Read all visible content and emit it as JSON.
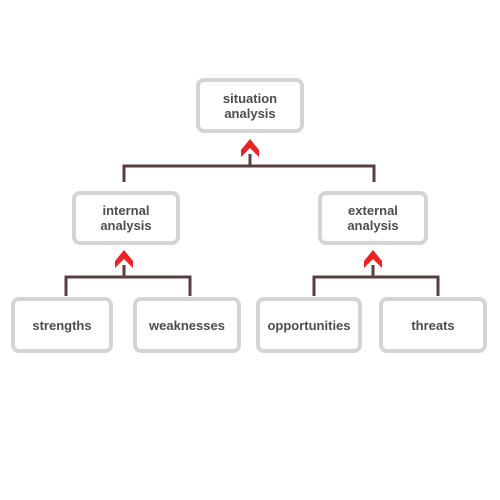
{
  "diagram": {
    "root": {
      "line1": "situation",
      "line2": "analysis"
    },
    "internal": {
      "line1": "internal",
      "line2": "analysis"
    },
    "external": {
      "line1": "external",
      "line2": "analysis"
    },
    "leaves": {
      "strengths": "strengths",
      "weaknesses": "weaknesses",
      "opportunities": "opportunities",
      "threats": "threats"
    }
  },
  "colors": {
    "box_border": "#d4d4d4",
    "connector": "#5a3f3f",
    "arrow": "#ee2222",
    "text": "#4d4d4d"
  }
}
